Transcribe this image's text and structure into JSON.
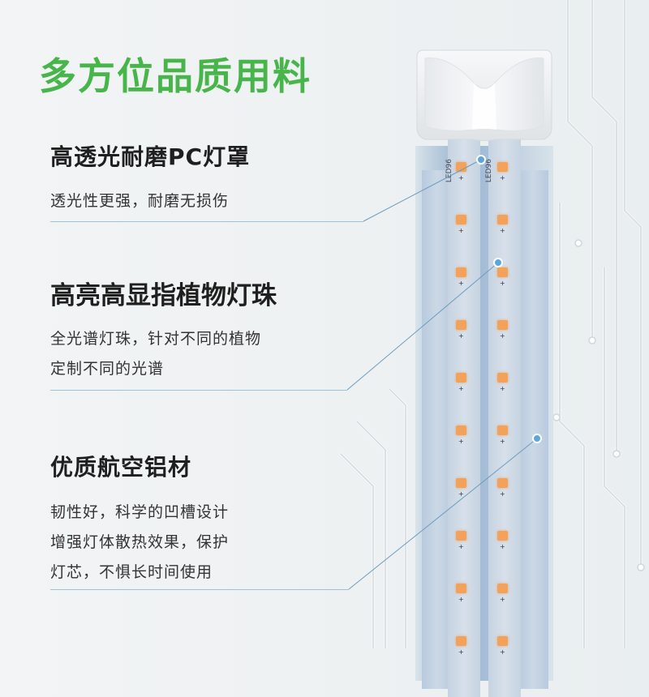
{
  "headline": "多方位品质用料",
  "features": [
    {
      "title": "高透光耐磨PC灯罩",
      "desc_lines": [
        "透光性更强，耐磨无损伤"
      ]
    },
    {
      "title": "高亮高显指植物灯珠",
      "desc_lines": [
        "全光谱灯珠，针对不同的植物",
        "定制不同的光谱"
      ]
    },
    {
      "title": "优质航空铝材",
      "desc_lines": [
        "韧性好，科学的凹槽设计",
        "增强灯体散热效果，保护",
        "灯芯，不惧长时间使用"
      ]
    }
  ],
  "strip_labels": [
    "LED96",
    "LED96"
  ],
  "colors": {
    "headline": "#47b54a",
    "callout": "#5aa7dd",
    "led": "#f2a25a"
  }
}
